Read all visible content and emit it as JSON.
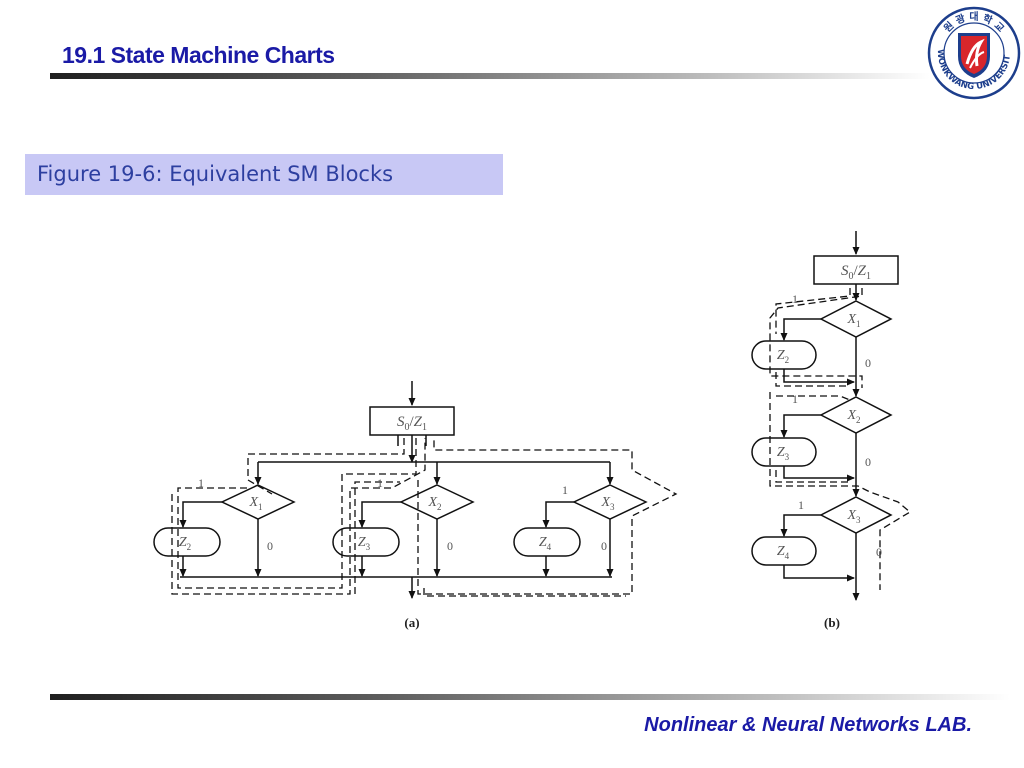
{
  "header": {
    "title": "19.1  State Machine Charts"
  },
  "figure": {
    "caption": "Figure 19-6:  Equivalent SM Blocks",
    "part_a_label": "(a)",
    "part_b_label": "(b)",
    "state_box": {
      "name": "S",
      "sub": "0",
      "sep": "/",
      "output": "Z",
      "output_sub": "1"
    },
    "decisions": [
      {
        "var": "X",
        "sub": "1"
      },
      {
        "var": "X",
        "sub": "2"
      },
      {
        "var": "X",
        "sub": "3"
      }
    ],
    "conditional_outputs": [
      {
        "var": "Z",
        "sub": "2"
      },
      {
        "var": "Z",
        "sub": "3"
      },
      {
        "var": "Z",
        "sub": "4"
      }
    ],
    "branch_labels": {
      "true": "1",
      "false": "0"
    }
  },
  "footer": {
    "lab": "Nonlinear & Neural Networks LAB."
  },
  "logo": {
    "ring_text": "WONKWANG UNIVERSITY",
    "korean_text": "원 광 대 학 교",
    "ring_color": "#1d3e8c",
    "shield_red": "#d8262b",
    "shield_blue": "#1d3e8c"
  }
}
